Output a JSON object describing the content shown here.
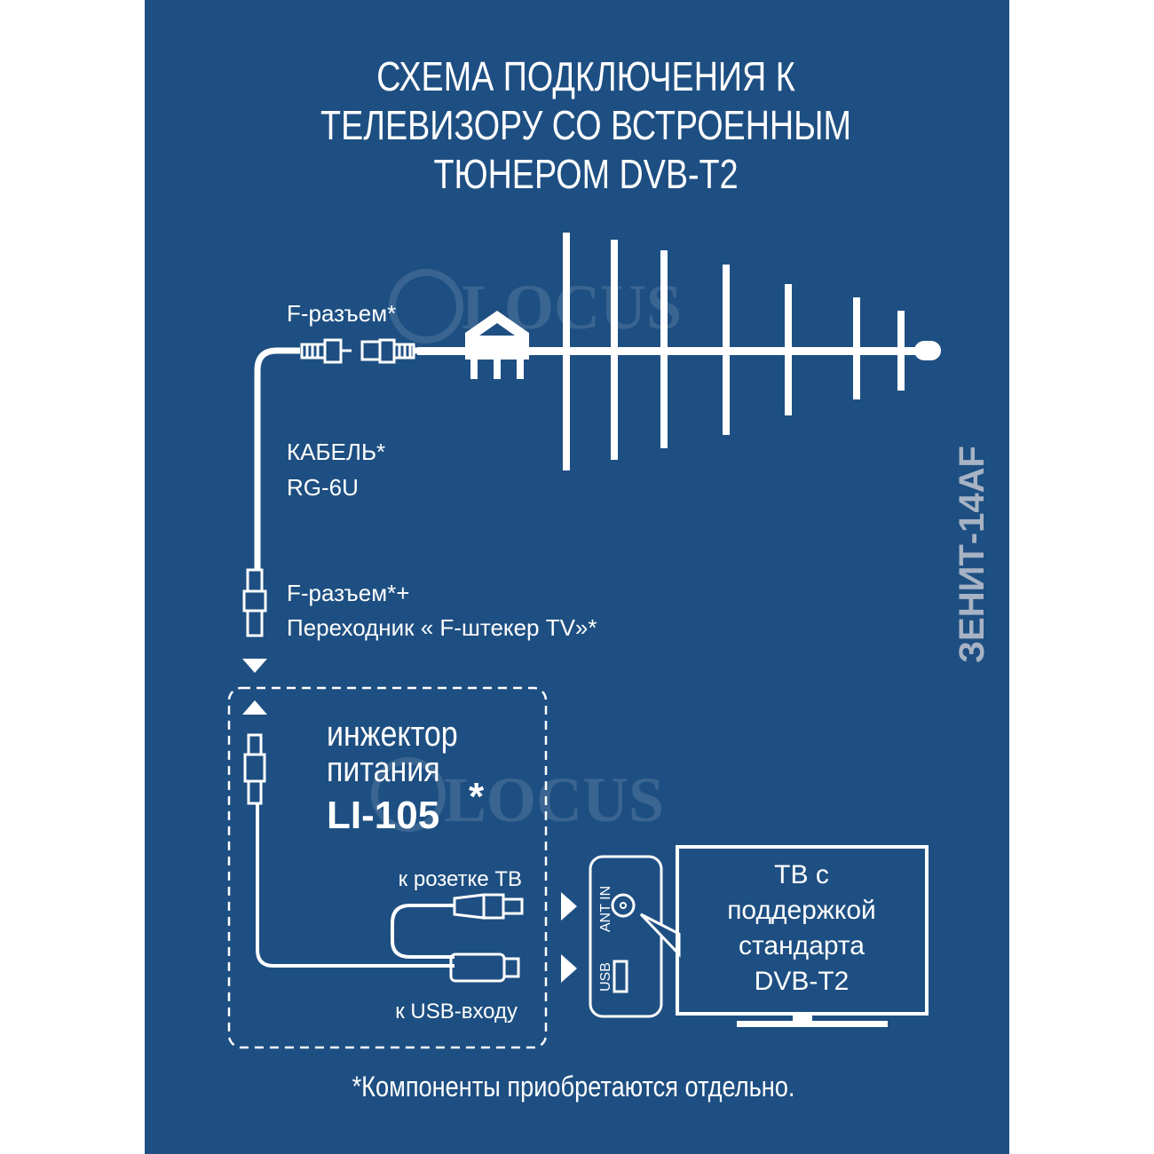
{
  "title": [
    "СХЕМА ПОДКЛЮЧЕНИЯ К",
    "ТЕЛЕВИЗОРУ СО  ВСТРОЕННЫМ",
    "ТЮНЕРОМ DVB-T2"
  ],
  "watermark": "LOCUS",
  "antenna_model": "ЗЕНИТ-14AF",
  "labels": {
    "f_connector_top": "F-разъем*",
    "cable_line1": "КАБЕЛЬ*",
    "cable_line2": "RG-6U",
    "f_connector_bottom_line1": "F-разъем*+",
    "f_connector_bottom_line2": "Переходник « F-штекер TV»*",
    "injector_line1": "инжектор",
    "injector_line2": "питания",
    "injector_model": "LI-105",
    "injector_asterisk": "*",
    "to_tv_socket": "к розетке ТВ",
    "to_usb": "к USB-входу",
    "port_ant": "ANT IN",
    "port_usb": "USB",
    "tv_line1": "ТВ с",
    "tv_line2": "поддержкой",
    "tv_line3": "стандарта",
    "tv_line4": "DVB-T2"
  },
  "footer": "*Компоненты  приобретаются отдельно.",
  "colors": {
    "background": "#1e4f82",
    "foreground": "#ffffff",
    "model_text": "#a7b3c4"
  }
}
